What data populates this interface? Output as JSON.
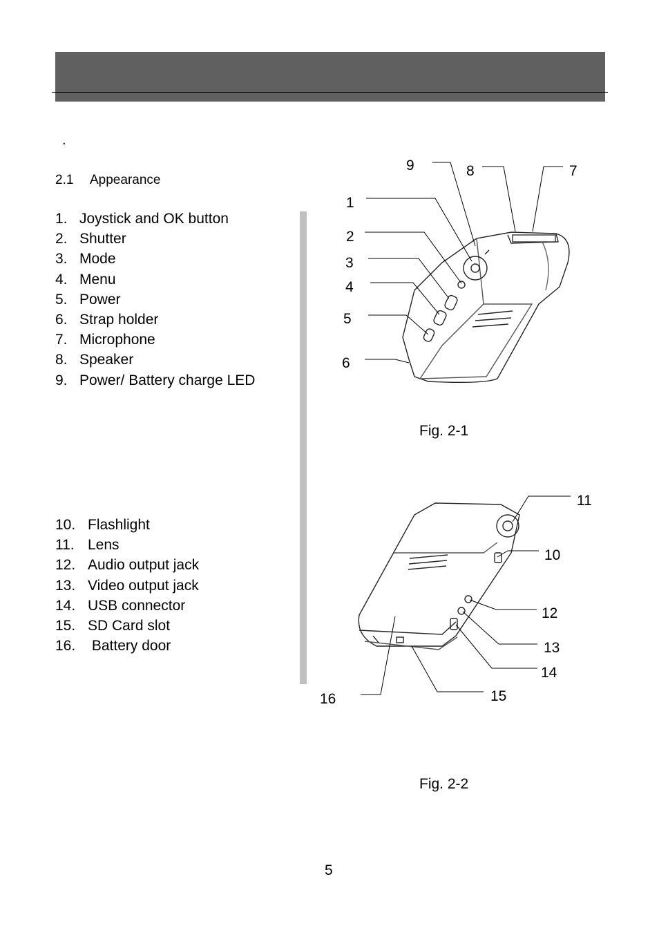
{
  "header": {
    "title": ""
  },
  "intro_marker": ".",
  "section": {
    "number": "2.1",
    "title": "Appearance"
  },
  "list_fig1": [
    {
      "num": "1.",
      "label": "Joystick and OK button"
    },
    {
      "num": "2.",
      "label": "Shutter"
    },
    {
      "num": "3.",
      "label": "Mode"
    },
    {
      "num": "4.",
      "label": "Menu"
    },
    {
      "num": "5.",
      "label": "Power"
    },
    {
      "num": "6.",
      "label": "Strap holder"
    },
    {
      "num": "7.",
      "label": "Microphone"
    },
    {
      "num": "8.",
      "label": "Speaker"
    },
    {
      "num": "9.",
      "label": "Power/ Battery charge LED"
    }
  ],
  "list_fig2": [
    {
      "num": "10.",
      "label": "Flashlight"
    },
    {
      "num": "11.",
      "label": "Lens"
    },
    {
      "num": "12.",
      "label": "Audio output jack"
    },
    {
      "num": "13.",
      "label": "Video output jack"
    },
    {
      "num": "14.",
      "label": "USB connector"
    },
    {
      "num": "15.",
      "label": "SD Card slot"
    },
    {
      "num": "16.",
      "label": "Battery door"
    }
  ],
  "fig1": {
    "caption": "Fig. 2-1",
    "callouts": [
      "1",
      "2",
      "3",
      "4",
      "5",
      "6",
      "7",
      "8",
      "9"
    ]
  },
  "fig2": {
    "caption": "Fig. 2-2",
    "callouts": [
      "10",
      "11",
      "12",
      "13",
      "14",
      "15",
      "16"
    ]
  },
  "page_number": "5",
  "colors": {
    "header_bar": "#606060",
    "divider": "#c0c0c0"
  }
}
